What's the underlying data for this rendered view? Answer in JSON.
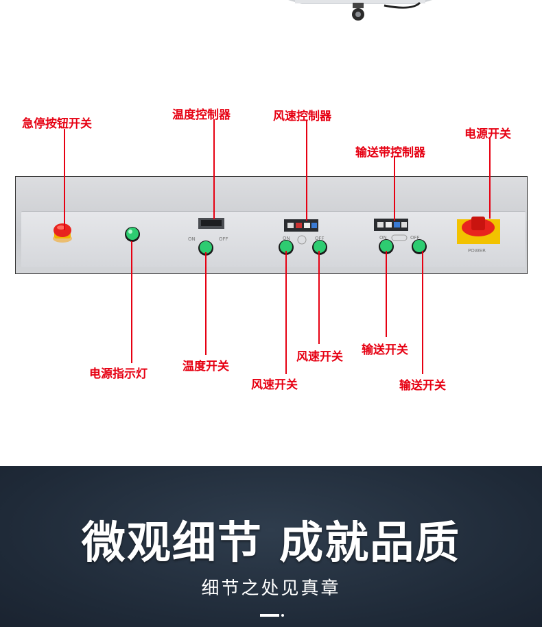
{
  "labels": {
    "estop": "急停按钮开关",
    "temp_controller": "温度控制器",
    "fan_controller": "风速控制器",
    "conveyor_controller": "输送带控制器",
    "power_switch": "电源开关",
    "power_indicator": "电源指示灯",
    "temp_switch": "温度开关",
    "fan_switch_on": "风速开关",
    "fan_switch_off": "风速开关",
    "conveyor_switch_on": "输送开关",
    "conveyor_switch_off": "输送开关"
  },
  "panel_marks": {
    "temp_on": "ON",
    "temp_off": "OFF",
    "fan_on": "ON",
    "fan_off": "OFF",
    "conv_on": "ON",
    "conv_off": "OFF",
    "power": "POWER"
  },
  "banner": {
    "headline": "微观细节  成就品质",
    "subline": "细节之处见真章"
  },
  "colors": {
    "label_red": "#e60012",
    "button_green": "#2ecc71",
    "knob_red": "#e8231e",
    "power_yellow": "#f2c200",
    "banner_dark": "#1f2a38"
  }
}
